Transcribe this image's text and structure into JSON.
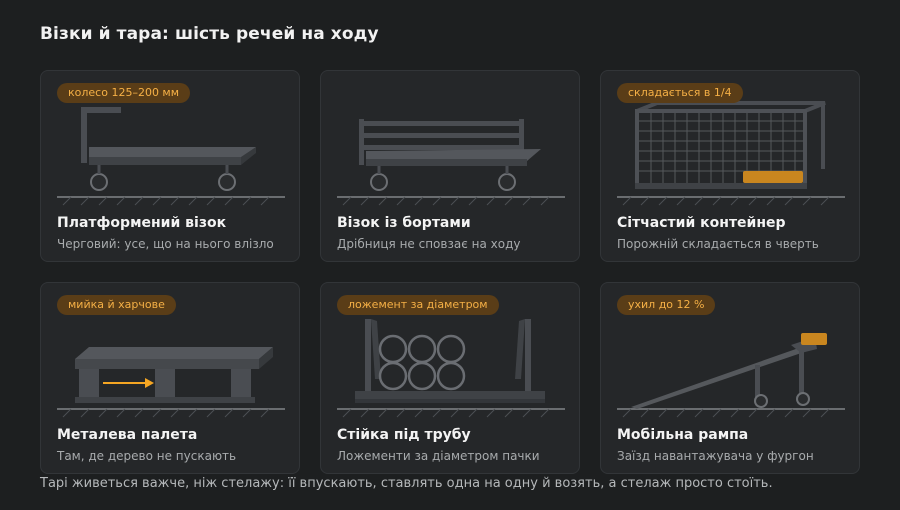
{
  "page": {
    "title": "Візки й тара: шість речей на ходу",
    "footer": "Тарі живеться важче, ніж стелажу: її впускають, ставлять одна на одну й возять, а стелаж просто стоїть."
  },
  "colors": {
    "background": "#1d1f20",
    "card": "#252729",
    "accent": "#f5a623",
    "badge_bg": "#5a3d17",
    "steel": "#4a4d52"
  },
  "cards": [
    {
      "title": "Платформений візок",
      "subtitle": "Черговий: усе, що на нього влізло",
      "badge": "колесо 125–200 мм",
      "icon": "platform-cart-icon"
    },
    {
      "title": "Візок із бортами",
      "subtitle": "Дрібниця не сповзає на ходу",
      "badge": "",
      "icon": "side-rail-cart-icon"
    },
    {
      "title": "Сітчастий контейнер",
      "subtitle": "Порожній складається в чверть",
      "badge": "складається в 1/4",
      "icon": "mesh-container-icon"
    },
    {
      "title": "Металева палета",
      "subtitle": "Там, де дерево не пускають",
      "badge": "мийка й харчове",
      "icon": "metal-pallet-icon"
    },
    {
      "title": "Стійка під трубу",
      "subtitle": "Ложементи за діаметром пачки",
      "badge": "ложемент за діаметром",
      "icon": "pipe-rack-icon"
    },
    {
      "title": "Мобільна рампа",
      "subtitle": "Заїзд навантажувача у фургон",
      "badge": "ухил до 12 %",
      "icon": "mobile-ramp-icon"
    }
  ]
}
